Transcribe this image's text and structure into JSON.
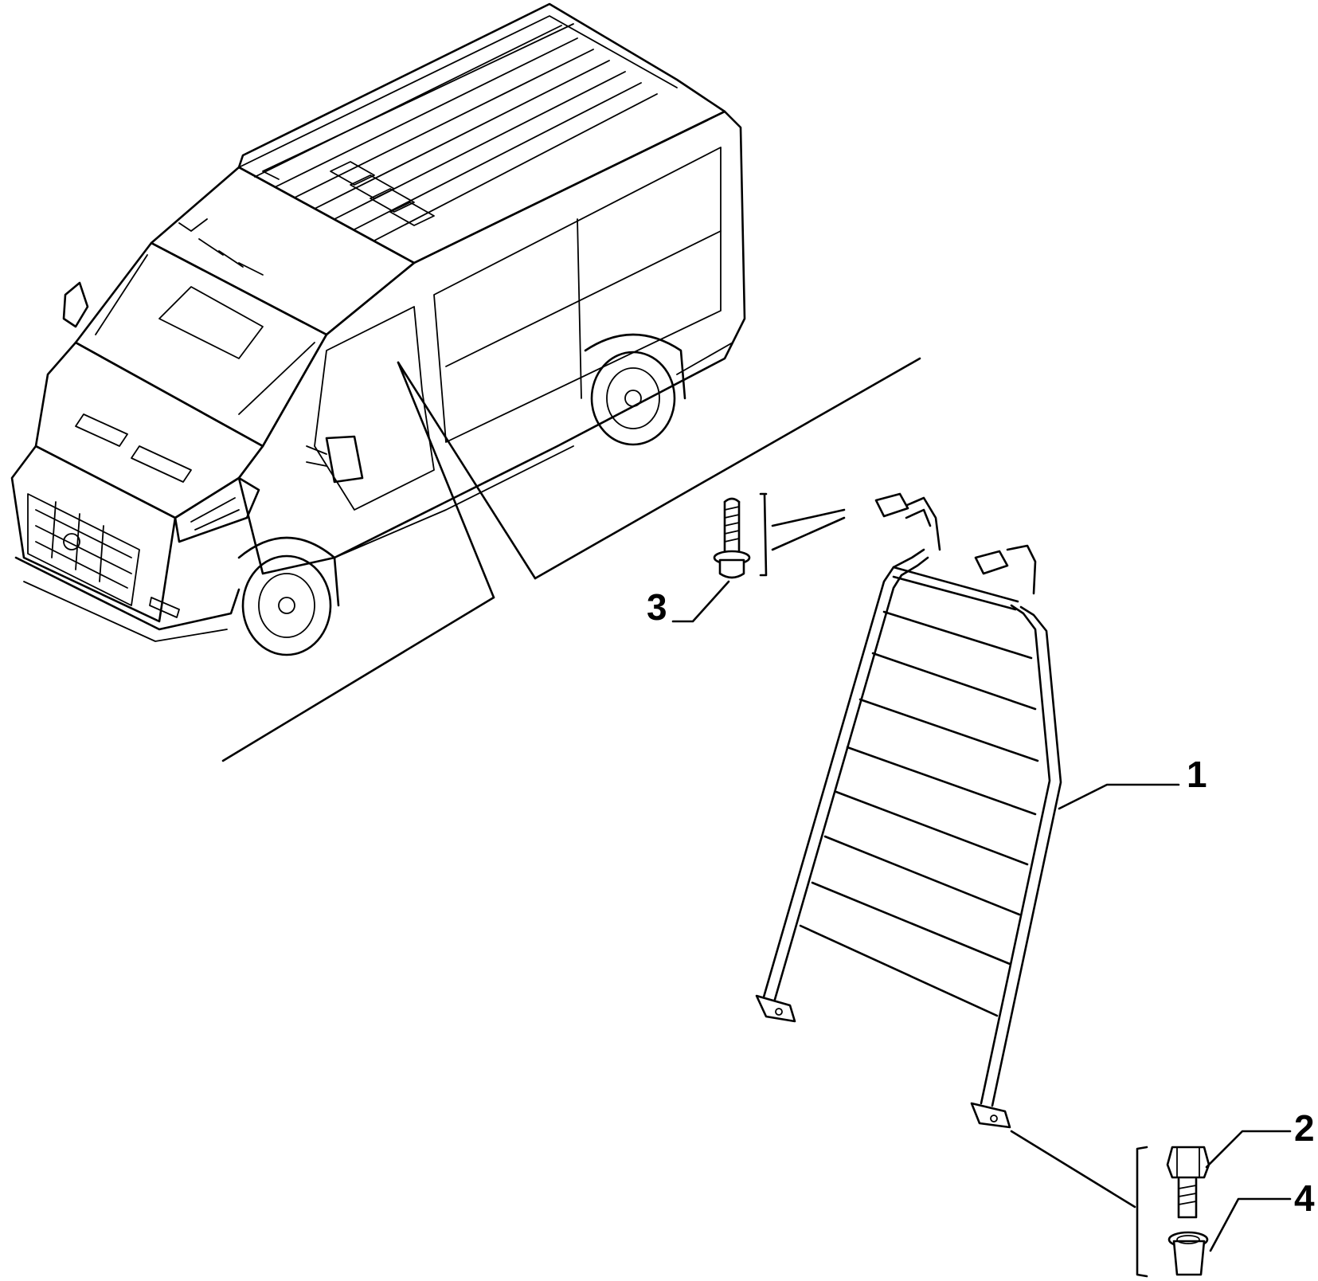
{
  "callouts": [
    {
      "id": "1",
      "label": "1"
    },
    {
      "id": "2",
      "label": "2"
    },
    {
      "id": "3",
      "label": "3"
    },
    {
      "id": "4",
      "label": "4"
    }
  ],
  "parts": [
    {
      "callout": "1",
      "icon": "ladder-rack-icon"
    },
    {
      "callout": "2",
      "icon": "hex-bolt-icon"
    },
    {
      "callout": "3",
      "icon": "flange-screw-icon"
    },
    {
      "callout": "4",
      "icon": "spacer-bush-icon"
    }
  ],
  "vehicle": {
    "icon": "van-icon"
  },
  "colors": {
    "line": "#000000",
    "background": "#ffffff"
  }
}
